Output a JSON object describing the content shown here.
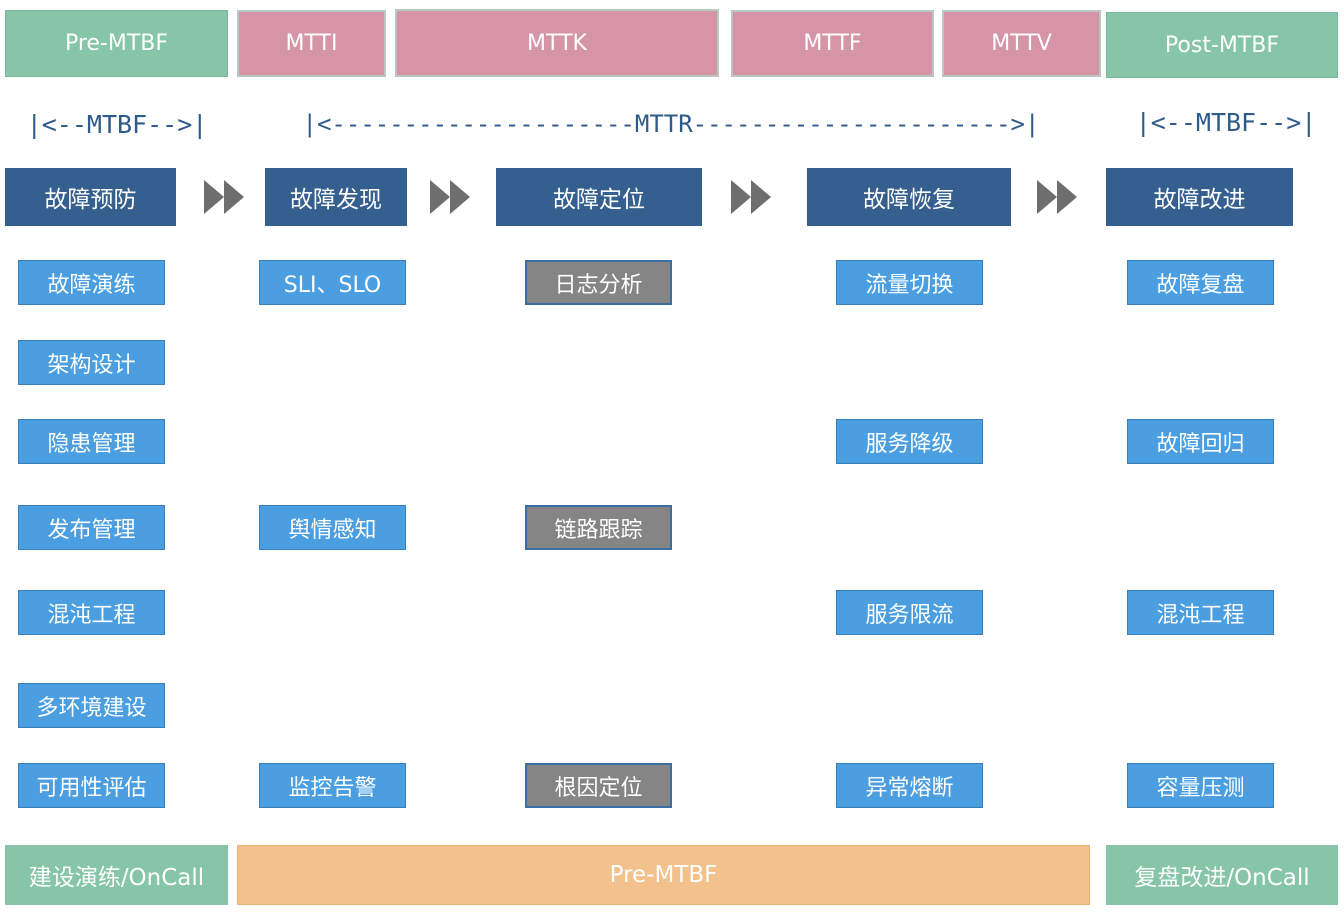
{
  "phases": [
    "Pre-MTBF",
    "MTTI",
    "MTTK",
    "MTTF",
    "MTTV",
    "Post-MTBF"
  ],
  "ranges": {
    "pre": "|<--MTBF-->|",
    "mttr": "|<---------------------MTTR---------------------->|",
    "post": "|<--MTBF-->|"
  },
  "stages": [
    "故障预防",
    "故障发现",
    "故障定位",
    "故障恢复",
    "故障改进"
  ],
  "columns": {
    "prevention": [
      "故障演练",
      "架构设计",
      "隐患管理",
      "发布管理",
      "混沌工程",
      "多环境建设",
      "可用性评估"
    ],
    "discovery": [
      "SLI、SLO",
      "舆情感知",
      "监控告警"
    ],
    "location": [
      "日志分析",
      "链路跟踪",
      "根因定位"
    ],
    "recovery": [
      "流量切换",
      "服务降级",
      "服务限流",
      "异常熔断"
    ],
    "improvement": [
      "故障复盘",
      "故障回归",
      "混沌工程",
      "容量压测"
    ]
  },
  "bottom": [
    "建设演练/OnCall",
    "Pre-MTBF",
    "复盘改进/OnCall"
  ],
  "colors": {
    "phase_green": "#86c5a7",
    "phase_pink": "#d695a6",
    "stage": "#355f8e",
    "item_blue": "#4b9fe1",
    "item_gray": "#858585",
    "bottom_orange": "#f3c18c",
    "arrow": "#6e6e6e",
    "range_text": "#2f5b8a"
  },
  "icons": [
    "double-chevron-arrow-icon"
  ]
}
